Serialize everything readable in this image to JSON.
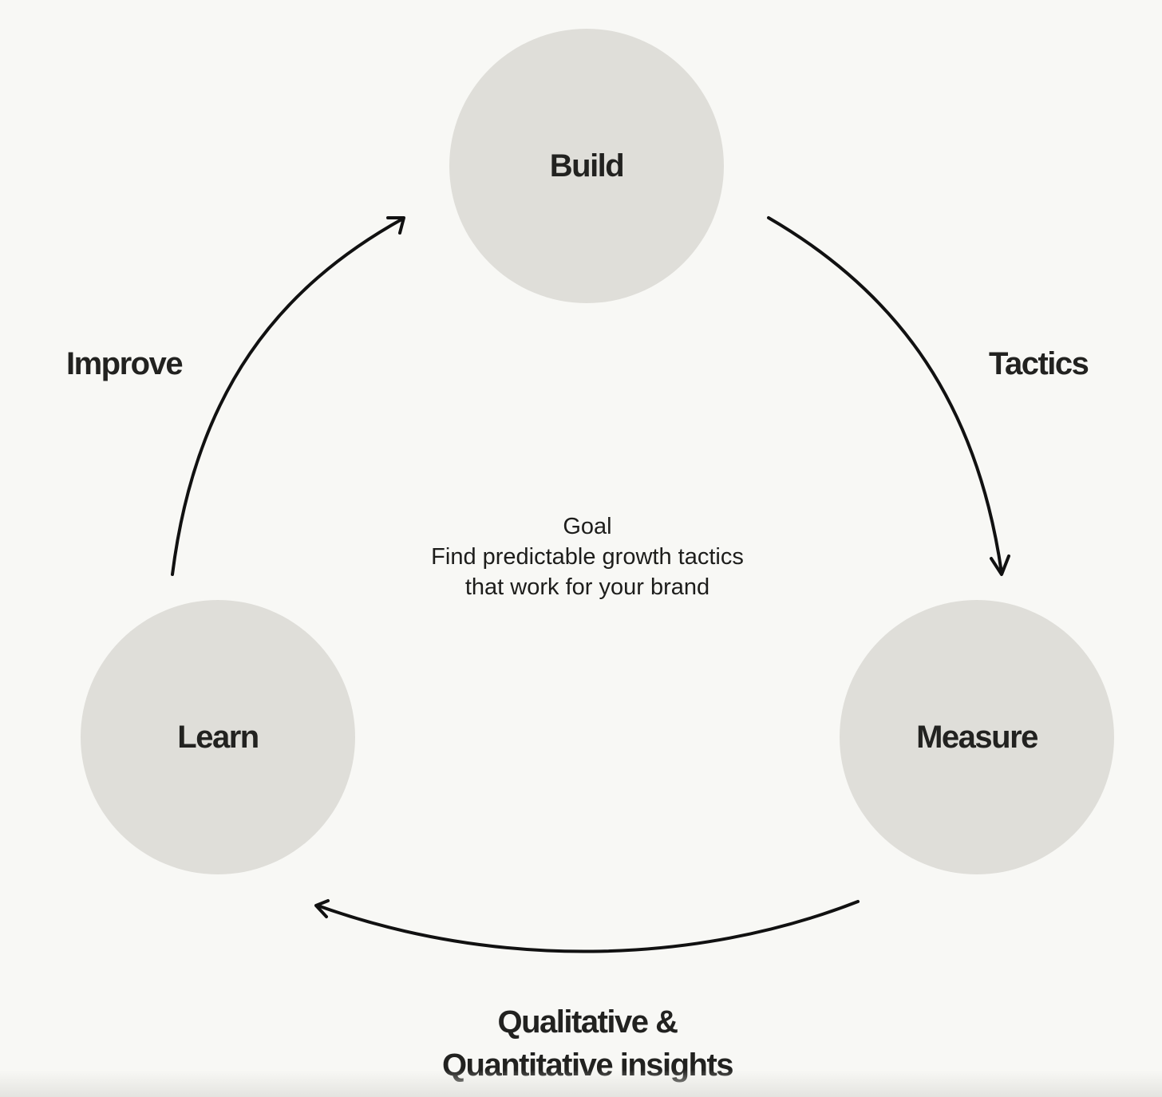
{
  "diagram": {
    "nodes": [
      {
        "id": "build",
        "label": "Build"
      },
      {
        "id": "measure",
        "label": "Measure"
      },
      {
        "id": "learn",
        "label": "Learn"
      }
    ],
    "edges": [
      {
        "from": "build",
        "to": "measure",
        "label": "Tactics"
      },
      {
        "from": "measure",
        "to": "learn",
        "label_lines": [
          "Qualitative &",
          "Quantitative insights"
        ]
      },
      {
        "from": "learn",
        "to": "build",
        "label": "Improve"
      }
    ],
    "goal": {
      "lines": [
        "Goal",
        "Find predictable growth tactics",
        "that work for your brand"
      ]
    }
  },
  "colors": {
    "background": "#f8f8f5",
    "node_fill": "#dfded9",
    "text": "#222220",
    "arrow": "#111111"
  }
}
